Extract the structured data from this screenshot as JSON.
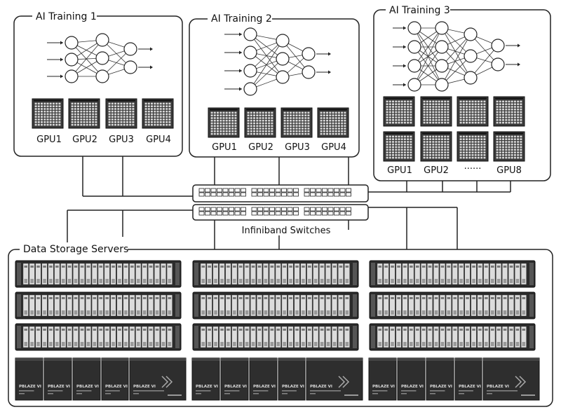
{
  "clusters": [
    {
      "title": "AI Training 1",
      "gpus": [
        "GPU1",
        "GPU2",
        "GPU3",
        "GPU4"
      ]
    },
    {
      "title": "AI Training 2",
      "gpus": [
        "GPU1",
        "GPU2",
        "GPU3",
        "GPU4"
      ]
    },
    {
      "title": "AI Training 3",
      "gpus": [
        "GPU1",
        "GPU2",
        "······",
        "GPU8"
      ]
    }
  ],
  "switches_label": "Infiniband Switches",
  "storage": {
    "title": "Data Storage Servers",
    "drive_brand": "PBLAZE VI"
  },
  "colors": {
    "line": "#222222",
    "panel": "#2b2b2b",
    "chip": "#3a3a3a"
  }
}
